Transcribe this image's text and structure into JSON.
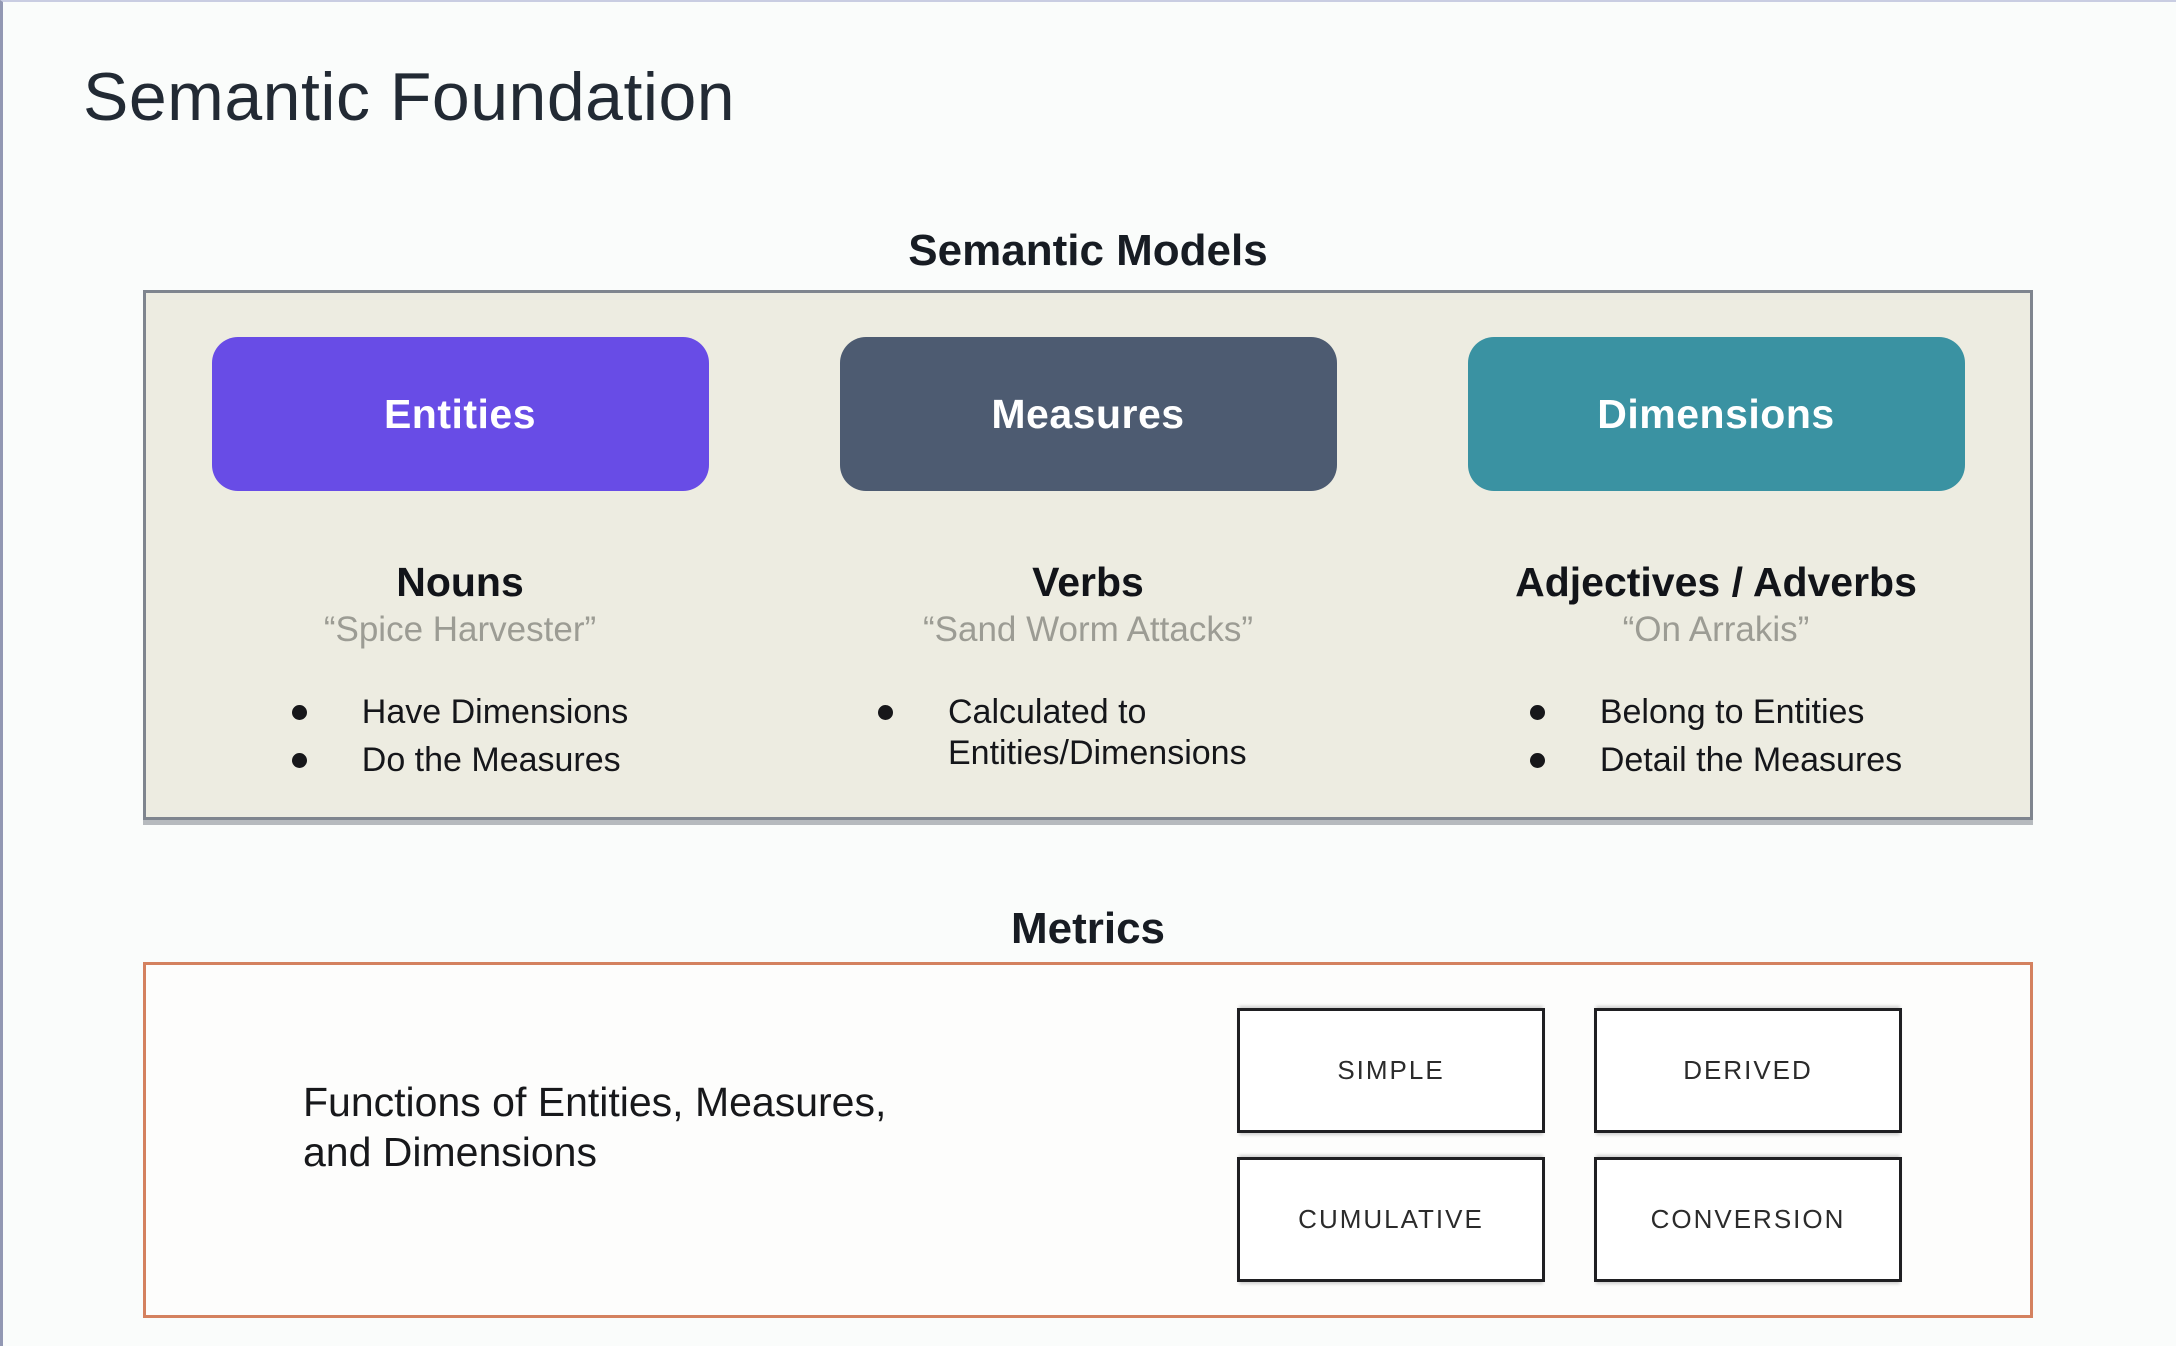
{
  "page": {
    "title": "Semantic Foundation"
  },
  "semantic_models": {
    "heading": "Semantic Models",
    "panel_background": "#EDECE1",
    "columns": [
      {
        "label": "Entities",
        "color": "#684CE6",
        "part_of_speech": "Nouns",
        "example": "“Spice Harvester”",
        "bullets": [
          "Have Dimensions",
          "Do the Measures"
        ]
      },
      {
        "label": "Measures",
        "color": "#4D5B71",
        "part_of_speech": "Verbs",
        "example": "“Sand Worm Attacks”",
        "bullets": [
          "Calculated to Entities/Dimensions"
        ]
      },
      {
        "label": "Dimensions",
        "color": "#3A92A2",
        "part_of_speech": "Adjectives / Adverbs",
        "example": "“On Arrakis”",
        "bullets": [
          "Belong to Entities",
          "Detail the Measures"
        ]
      }
    ]
  },
  "metrics": {
    "heading": "Metrics",
    "border_color": "#D4815F",
    "description_line1": "Functions of Entities, Measures,",
    "description_line2": "and Dimensions",
    "types": [
      "SIMPLE",
      "DERIVED",
      "CUMULATIVE",
      "CONVERSION"
    ]
  }
}
